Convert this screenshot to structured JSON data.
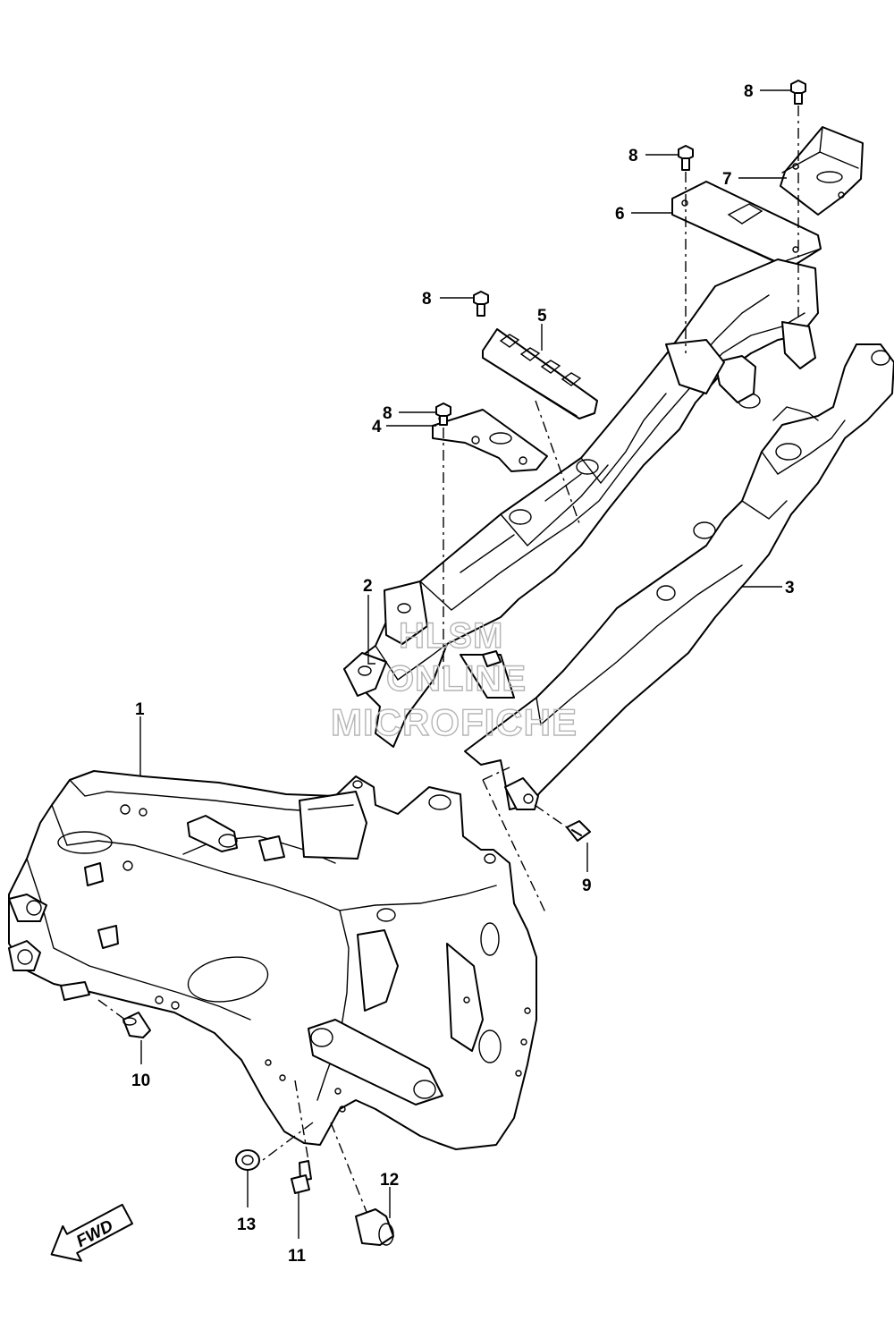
{
  "diagram": {
    "callouts": [
      "1",
      "2",
      "3",
      "4",
      "5",
      "6",
      "7",
      "8",
      "8",
      "8",
      "8",
      "9",
      "10",
      "11",
      "12",
      "13"
    ],
    "watermark": [
      "HLSM",
      "ONLINE",
      "MICROFICHE"
    ],
    "direction_arrow_label": "FWD"
  }
}
